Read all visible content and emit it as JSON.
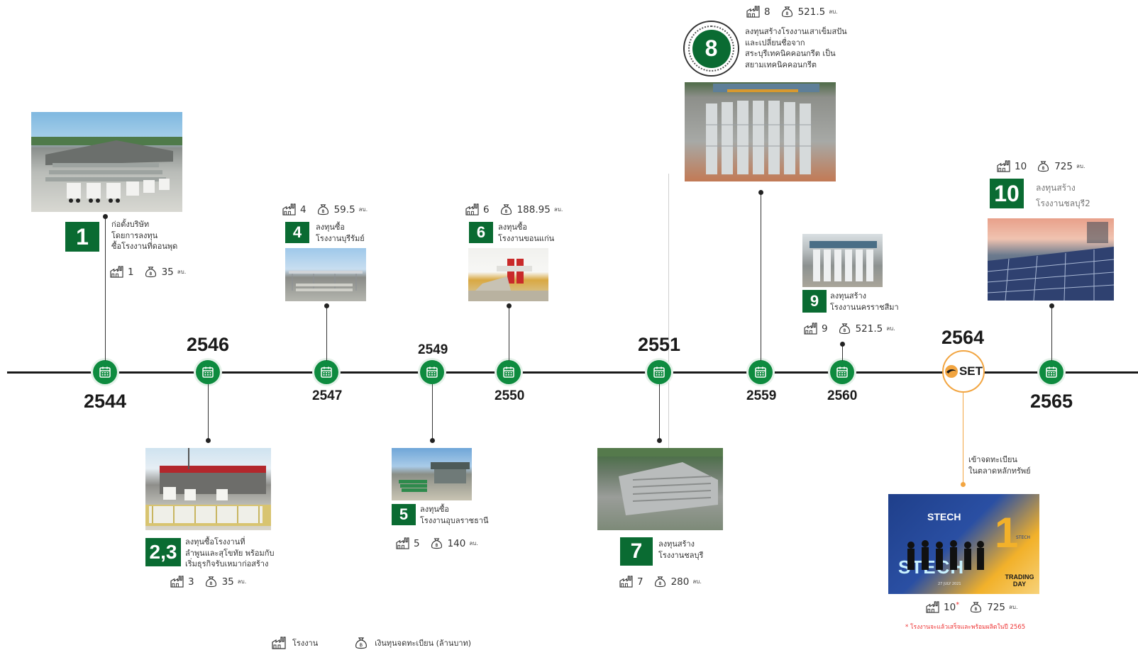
{
  "years": {
    "y2544": "2544",
    "y2546": "2546",
    "y2547": "2547",
    "y2549": "2549",
    "y2550": "2550",
    "y2551": "2551",
    "y2559": "2559",
    "y2560": "2560",
    "y2564": "2564",
    "y2565": "2565"
  },
  "events": {
    "e1": {
      "badge": "1",
      "desc": [
        "ก่อตั้งบริษัท",
        "โดยการลงทุน",
        "ซื้อโรงงานที่ดอนพุด"
      ],
      "plants": "1",
      "capital": "35"
    },
    "e23": {
      "badge": "2,3",
      "desc": [
        "ลงทุนซื้อโรงงานที่",
        "ลำพูนและสุโขทัย พร้อมกับ",
        "เริ่มธุรกิจรับเหมาก่อสร้าง"
      ],
      "plants": "3",
      "capital": "35"
    },
    "e4": {
      "badge": "4",
      "desc": [
        "ลงทุนซื้อ",
        "โรงงานบุรีรัมย์"
      ],
      "plants": "4",
      "capital": "59.5"
    },
    "e5": {
      "badge": "5",
      "desc": [
        "ลงทุนซื้อ",
        "โรงงานอุบลราชธานี"
      ],
      "plants": "5",
      "capital": "140"
    },
    "e6": {
      "badge": "6",
      "desc": [
        "ลงทุนซื้อ",
        "โรงงานขอนแก่น"
      ],
      "plants": "6",
      "capital": "188.95"
    },
    "e7": {
      "badge": "7",
      "desc": [
        "ลงทุนสร้าง",
        "โรงงานชลบุรี"
      ],
      "plants": "7",
      "capital": "280"
    },
    "e8": {
      "badge": "8",
      "desc": [
        "ลงทุนสร้างโรงงานเสาเข็มสปัน",
        "และเปลี่ยนชื่อจาก",
        "สระบุรีเทคนิคคอนกรีต เป็น",
        "สยามเทคนิคคอนกรีต"
      ],
      "plants": "8",
      "capital": "521.5"
    },
    "e9": {
      "badge": "9",
      "desc": [
        "ลงทุนสร้าง",
        "โรงงานนครราชสีมา"
      ],
      "plants": "9",
      "capital": "521.5"
    },
    "e10": {
      "badge": "10",
      "desc": [
        "ลงทุนสร้าง",
        "โรงงานชลบุรี2"
      ],
      "plants": "10",
      "capital": "725"
    },
    "eSET": {
      "desc": [
        "เข้าจดทะเบียน",
        "ในตลาดหลักทรัพย์"
      ],
      "plants": "10",
      "star": "*",
      "capital": "725",
      "note": "* โรงงานจะแล้วเสร็จและพร้อมผลิตในปี 2565"
    }
  },
  "unit": "ลบ.",
  "set_logo": "SET",
  "photo_texts": {
    "stech_banner": "STECH",
    "stech_floor": "STECH",
    "trading_day": "TRADING DAY",
    "stech_small": "STECH",
    "date_small": "27 JULY 2021",
    "one": "1"
  },
  "legend": {
    "plants_label": "โรงงาน",
    "capital_label": "เงินทุนจดทะเบียน (ล้านบาท)"
  },
  "colors": {
    "green": "#0e8b3f",
    "badge_green": "#0a6b32",
    "set_ring": "#f2a541"
  },
  "icons": [
    "calendar-icon",
    "factory-icon",
    "money-bag-icon",
    "set-logo"
  ]
}
